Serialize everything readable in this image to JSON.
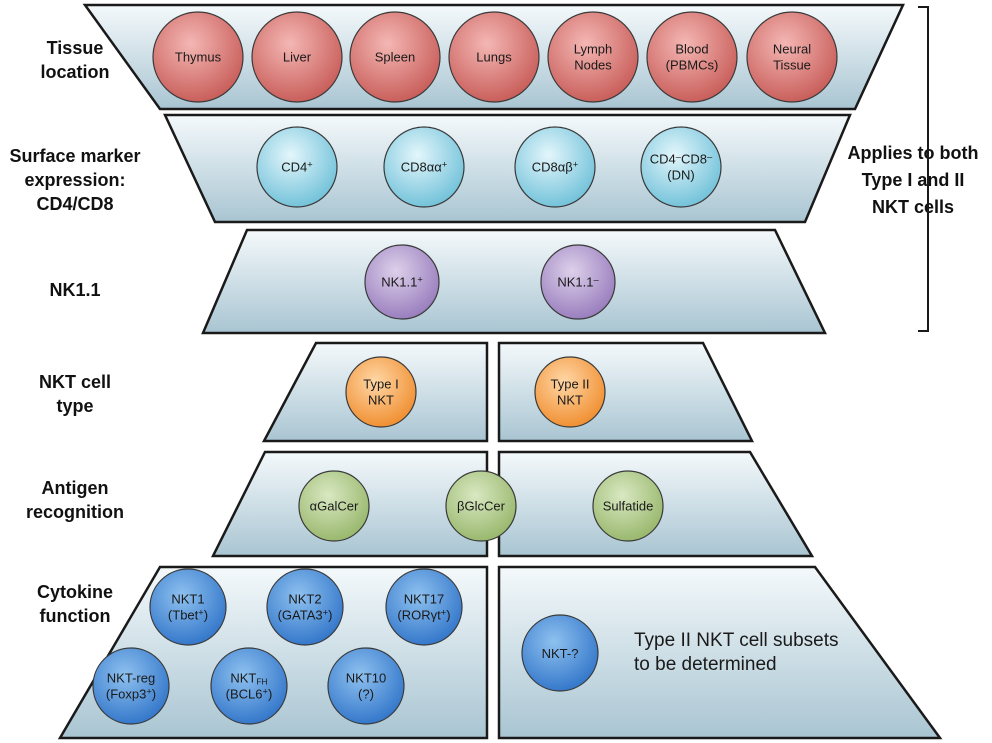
{
  "colors": {
    "panel_top": "#f4f9fb",
    "panel_bottom": "#a9c5d2",
    "panel_stroke": "#1a1a1a",
    "tissue_light": "#f4b7b4",
    "tissue_dark": "#c65955",
    "marker_light": "#e3f6fb",
    "marker_dark": "#6cbfd8",
    "nk_light": "#ddd0ea",
    "nk_dark": "#9579bb",
    "type_light": "#ffd7a6",
    "type_dark": "#ef8b2b",
    "antigen_light": "#d9e8c2",
    "antigen_dark": "#95b568",
    "cytokine_light": "#8ec1ef",
    "cytokine_dark": "#2f73c8"
  },
  "row_labels": {
    "tissue": [
      "Tissue",
      "location"
    ],
    "surface": [
      "Surface marker",
      "expression:",
      "CD4/CD8"
    ],
    "nk": [
      "NK1.1"
    ],
    "type": [
      "NKT cell",
      "type"
    ],
    "antigen": [
      "Antigen",
      "recognition"
    ],
    "cytokine": [
      "Cytokine",
      "function"
    ]
  },
  "bracket_note": [
    "Applies to both",
    "Type I and II",
    "NKT cells"
  ],
  "tissue": [
    "Thymus",
    "Liver",
    "Spleen",
    "Lungs",
    "Lymph Nodes",
    "Blood (PBMCs)",
    "Neural Tissue"
  ],
  "surface": {
    "cd4": {
      "base": "CD4",
      "sup": "+"
    },
    "cd8aa": {
      "base": "CD8αα",
      "sup": "+"
    },
    "cd8ab": {
      "base": "CD8αβ",
      "sup": "+"
    },
    "dn": {
      "a": "CD4",
      "a_sup": "–",
      "b": "CD8",
      "b_sup": "–",
      "line2": "(DN)"
    }
  },
  "nk": {
    "pos": {
      "base": "NK1.1",
      "sup": "+"
    },
    "neg": {
      "base": "NK1.1",
      "sup": "–"
    }
  },
  "type": {
    "type1": [
      "Type I",
      "NKT"
    ],
    "type2": [
      "Type II",
      "NKT"
    ]
  },
  "antigen": [
    "αGalCer",
    "βGlcCer",
    "Sulfatide"
  ],
  "cytokine": {
    "nkt1": {
      "name": "NKT1",
      "detail": "(Tbet",
      "detail_sup": "+",
      "close": ")"
    },
    "nkt2": {
      "name": "NKT2",
      "detail": "(GATA3",
      "detail_sup": "+",
      "close": ")"
    },
    "nkt17": {
      "name": "NKT17",
      "detail": "(RORγt",
      "detail_sup": "+",
      "close": ")"
    },
    "nktreg": {
      "name": "NKT-reg",
      "detail": "(Foxp3",
      "detail_sup": "+",
      "close": ")"
    },
    "nktfh": {
      "name": "NKT",
      "name_sub": "FH",
      "detail": "(BCL6",
      "detail_sup": "+",
      "close": ")"
    },
    "nkt10": {
      "name": "NKT10",
      "detail": "(?)"
    },
    "unknown": "NKT-?",
    "note": [
      "Type II NKT cell subsets",
      "to be determined"
    ]
  }
}
